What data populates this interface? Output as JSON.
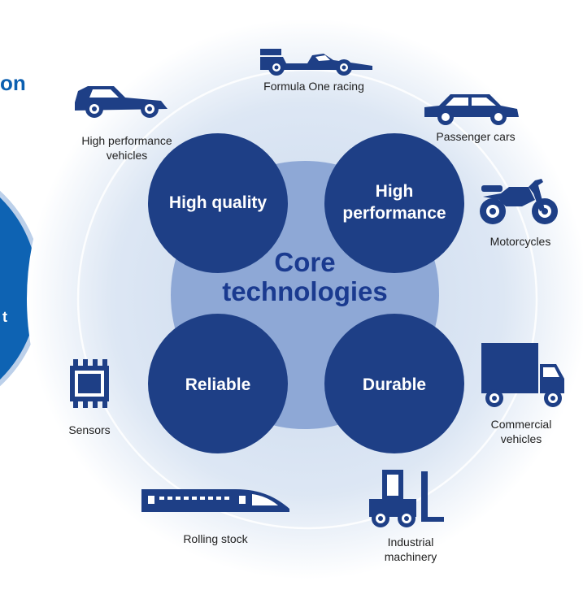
{
  "left_panel": {
    "heading_fragment": "on",
    "circle_fragment": "t"
  },
  "center": {
    "core_label": "Core technologies"
  },
  "qualities": {
    "high_quality": "High quality",
    "high_performance": "High performance",
    "reliable": "Reliable",
    "durable": "Durable"
  },
  "applications": {
    "formula_one": "Formula One racing",
    "passenger_cars": "Passenger cars",
    "motorcycles": "Motorcycles",
    "commercial_vehicles": "Commercial vehicles",
    "industrial_machinery": "Industrial machinery",
    "rolling_stock": "Rolling stock",
    "sensors": "Sensors",
    "high_performance_vehicles": "High performance vehicles"
  },
  "colors": {
    "navy": "#1e3f86",
    "core_fill": "#8ea8d6",
    "outer_fill": "#e2ebf6",
    "heading_blue": "#0b5fb0",
    "left_circle": "#0e63b3"
  }
}
